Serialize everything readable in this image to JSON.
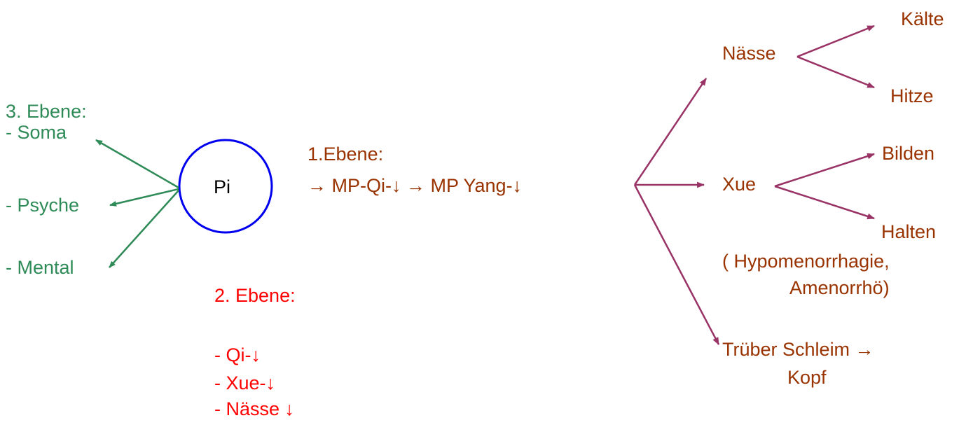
{
  "colors": {
    "green": "#2e8b57",
    "brown": "#993300",
    "red": "#ff0000",
    "purple": "#993366",
    "blue": "#0000ee",
    "black": "#000000"
  },
  "center_node": {
    "label": "Pi"
  },
  "level3": {
    "title": "3. Ebene:",
    "items": [
      "- Soma",
      "- Psyche",
      "- Mental"
    ]
  },
  "level1": {
    "title": "1.Ebene:",
    "chain": "→ MP-Qi-↓ → MP Yang-↓"
  },
  "level2": {
    "title": "2. Ebene:",
    "items": [
      "- Qi-↓",
      "- Xue-↓",
      "- Nässe ↓"
    ]
  },
  "branches": {
    "naesse": {
      "label": "Nässe",
      "children": [
        "Kälte",
        "Hitze"
      ]
    },
    "xue": {
      "label": "Xue",
      "children": [
        "Bilden",
        "Halten"
      ],
      "note_line1": "( Hypomenorrhagie,",
      "note_line2": "Amenorrhö)"
    },
    "schleim": {
      "line1": "Trüber Schleim →",
      "line2": "Kopf"
    }
  }
}
